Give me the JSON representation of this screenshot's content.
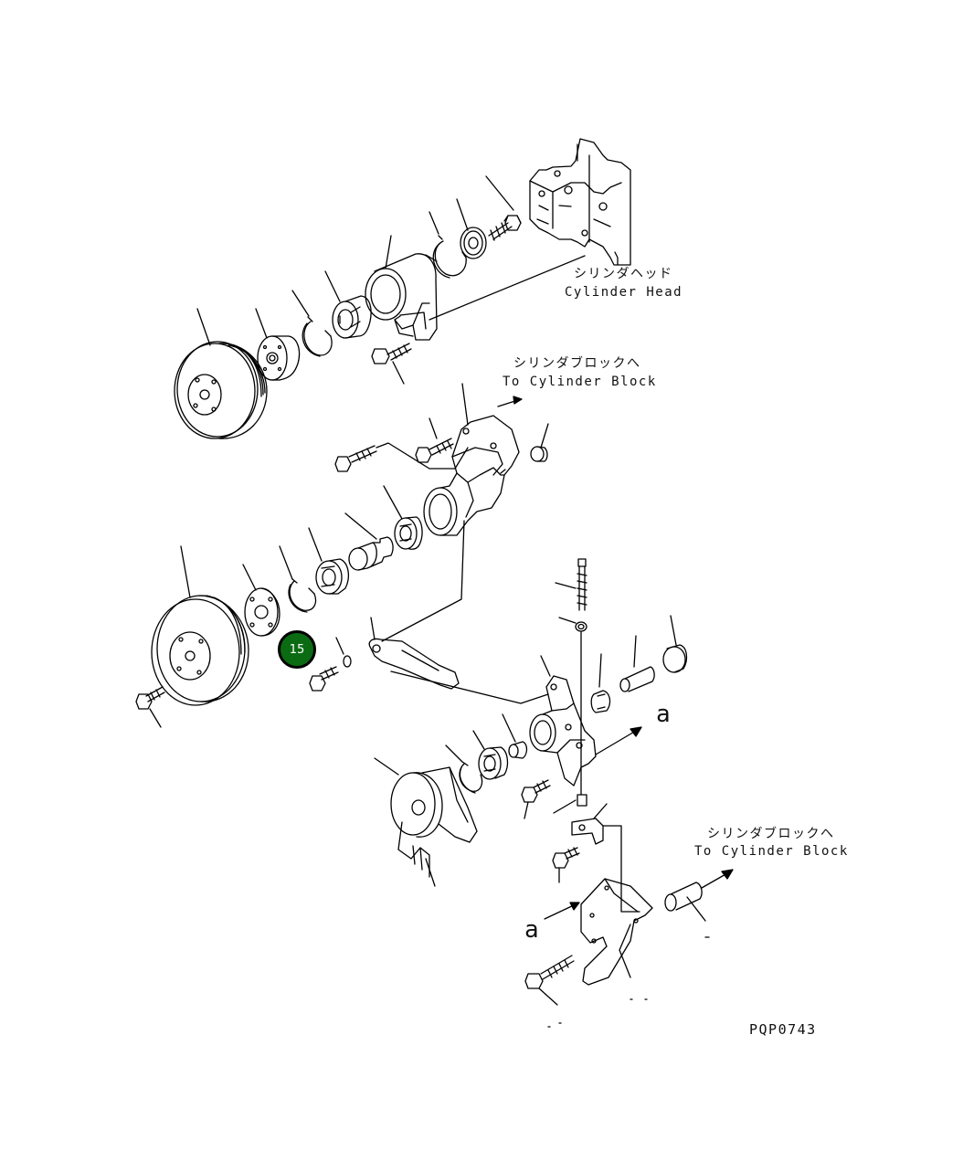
{
  "labels": {
    "cylinder_head_jp": "シリンダヘッド",
    "cylinder_head_en": "Cylinder Head",
    "to_block_jp_1": "シリンダブロックへ",
    "to_block_en_1": "To Cylinder Block",
    "to_block_jp_2": "シリンダブロックへ",
    "to_block_en_2": "To Cylinder Block",
    "arrow_a_1": "a",
    "arrow_a_2": "a",
    "drawing_code": "PQP0743"
  },
  "callout": {
    "number": "15",
    "color": "#0b6b12"
  },
  "colors": {
    "line": "#000000",
    "background": "#ffffff"
  }
}
